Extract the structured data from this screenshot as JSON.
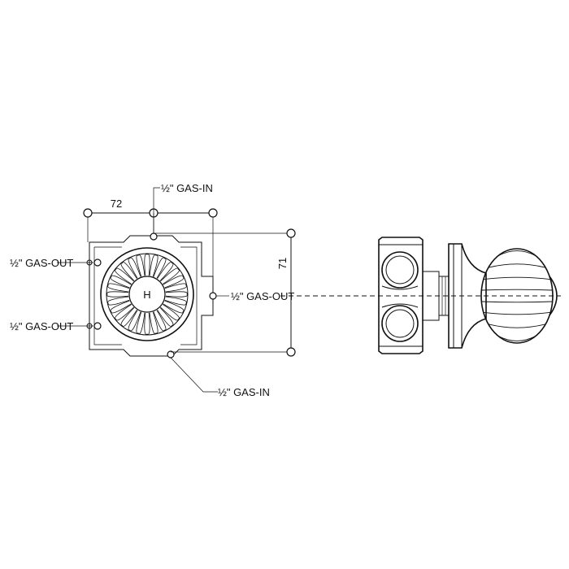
{
  "dimensions": {
    "width": "72",
    "height": "71"
  },
  "handle_letter": "H",
  "ports": {
    "gas_in_top": "½\" GAS-IN",
    "gas_in_bottom": "½\" GAS-IN",
    "gas_out_right": "½\" GAS-OUT",
    "gas_out_left_top": "½\" GAS-OUT",
    "gas_out_left_bottom": "½\" GAS-OUT"
  }
}
